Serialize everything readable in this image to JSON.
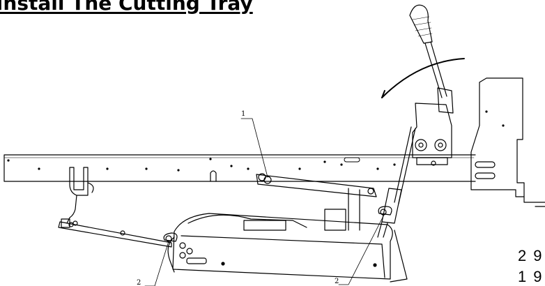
{
  "title": "Install The Cutting Tray",
  "callouts": [
    "1",
    "2",
    "2"
  ],
  "legend": [
    {
      "num": "2",
      "text": "9"
    },
    {
      "num": "1",
      "text": "9"
    }
  ]
}
